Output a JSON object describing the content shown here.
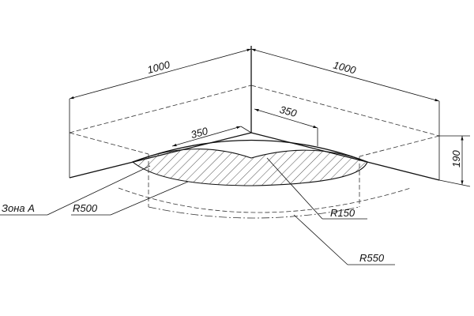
{
  "dimensions": {
    "width_left": "1000",
    "width_right": "1000",
    "inner_left": "350",
    "inner_right": "350",
    "height": "190"
  },
  "callouts": {
    "zone": "Зона А",
    "r500": "R500",
    "r150": "R150",
    "r550": "R550"
  }
}
